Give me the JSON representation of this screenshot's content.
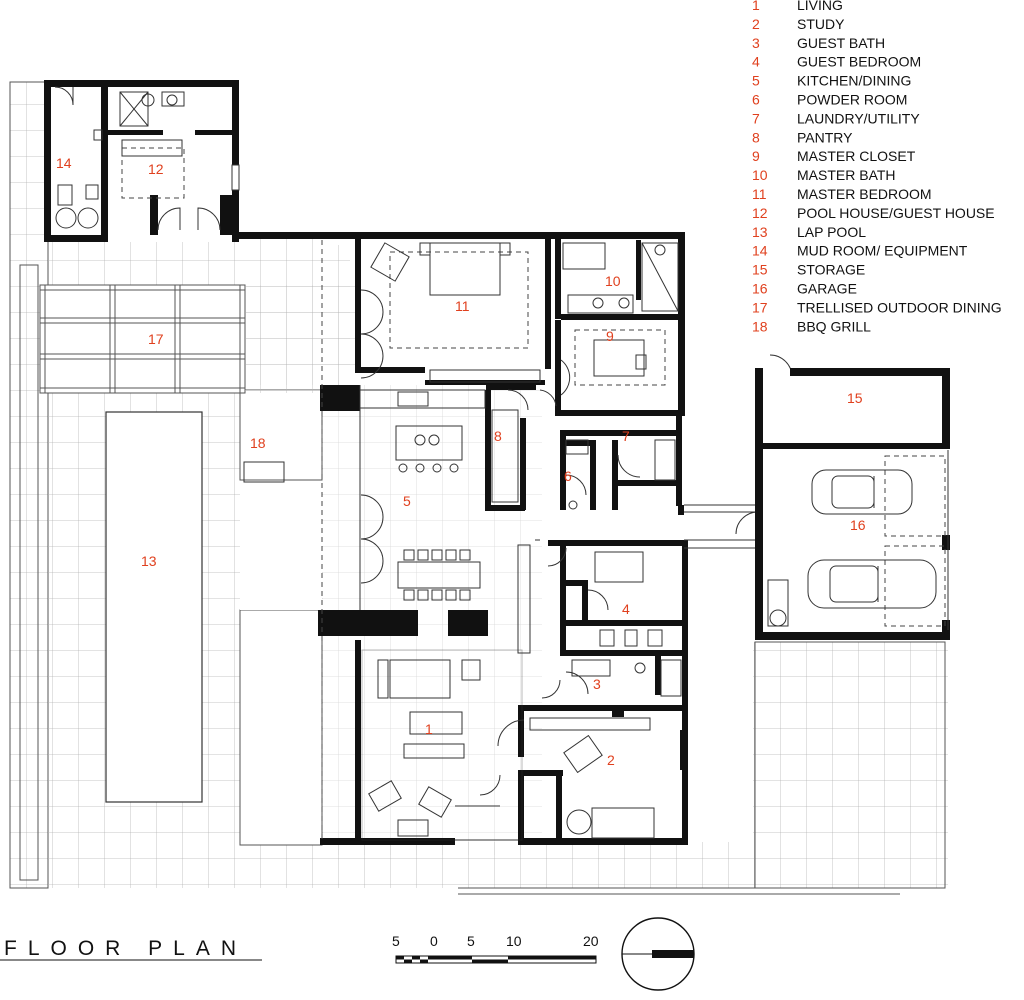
{
  "legend": [
    {
      "num": "1",
      "name": "LIVING"
    },
    {
      "num": "2",
      "name": "STUDY"
    },
    {
      "num": "3",
      "name": "GUEST BATH"
    },
    {
      "num": "4",
      "name": "GUEST BEDROOM"
    },
    {
      "num": "5",
      "name": "KITCHEN/DINING"
    },
    {
      "num": "6",
      "name": "POWDER ROOM"
    },
    {
      "num": "7",
      "name": "LAUNDRY/UTILITY"
    },
    {
      "num": "8",
      "name": "PANTRY"
    },
    {
      "num": "9",
      "name": "MASTER CLOSET"
    },
    {
      "num": "10",
      "name": "MASTER BATH"
    },
    {
      "num": "11",
      "name": "MASTER BEDROOM"
    },
    {
      "num": "12",
      "name": "POOL HOUSE/GUEST HOUSE"
    },
    {
      "num": "13",
      "name": "LAP POOL"
    },
    {
      "num": "14",
      "name": "MUD ROOM/ EQUIPMENT"
    },
    {
      "num": "15",
      "name": "STORAGE"
    },
    {
      "num": "16",
      "name": "GARAGE"
    },
    {
      "num": "17",
      "name": "TRELLISED OUTDOOR DINING"
    },
    {
      "num": "18",
      "name": "BBQ GRILL"
    }
  ],
  "rooms": {
    "r1": "1",
    "r2": "2",
    "r3": "3",
    "r4": "4",
    "r5": "5",
    "r6": "6",
    "r7": "7",
    "r8": "8",
    "r9": "9",
    "r10": "10",
    "r11": "11",
    "r12": "12",
    "r13": "13",
    "r14": "14",
    "r15": "15",
    "r16": "16",
    "r17": "17",
    "r18": "18"
  },
  "title": "FLOOR PLAN",
  "scale": [
    "5",
    "0",
    "5",
    "10",
    "20"
  ],
  "colors": {
    "room_label": "#e0401e",
    "wall": "#111111"
  }
}
